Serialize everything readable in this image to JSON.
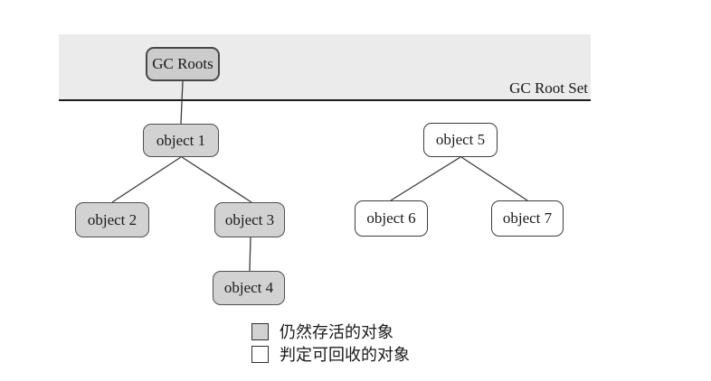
{
  "diagram": {
    "title_semantic": "GC Roots reachability diagram",
    "banner": {
      "label": "GC Root Set",
      "fill": "#ebebeb",
      "underline_color": "#1a1a1a"
    },
    "nodes": [
      {
        "id": "gc-roots",
        "label": "GC Roots",
        "type": "root"
      },
      {
        "id": "object-1",
        "label": "object 1",
        "type": "alive"
      },
      {
        "id": "object-2",
        "label": "object 2",
        "type": "alive"
      },
      {
        "id": "object-3",
        "label": "object 3",
        "type": "alive"
      },
      {
        "id": "object-4",
        "label": "object 4",
        "type": "alive"
      },
      {
        "id": "object-5",
        "label": "object 5",
        "type": "reclaimable"
      },
      {
        "id": "object-6",
        "label": "object 6",
        "type": "reclaimable"
      },
      {
        "id": "object-7",
        "label": "object 7",
        "type": "reclaimable"
      }
    ],
    "edges": [
      {
        "from": "gc-roots",
        "to": "object-1"
      },
      {
        "from": "object-1",
        "to": "object-2"
      },
      {
        "from": "object-1",
        "to": "object-3"
      },
      {
        "from": "object-3",
        "to": "object-4"
      },
      {
        "from": "object-5",
        "to": "object-6"
      },
      {
        "from": "object-5",
        "to": "object-7"
      }
    ],
    "legend": [
      {
        "swatch": "alive",
        "label": "仍然存活的对象",
        "fill": "#d2d2d2"
      },
      {
        "swatch": "reclaimable",
        "label": "判定可回收的对象",
        "fill": "#ffffff"
      }
    ],
    "colors": {
      "alive_fill": "#d2d2d2",
      "reclaimable_fill": "#ffffff",
      "banner_fill": "#ebebeb",
      "node_border": "#4f4f4f",
      "edge_line": "#3a3a3a"
    }
  }
}
